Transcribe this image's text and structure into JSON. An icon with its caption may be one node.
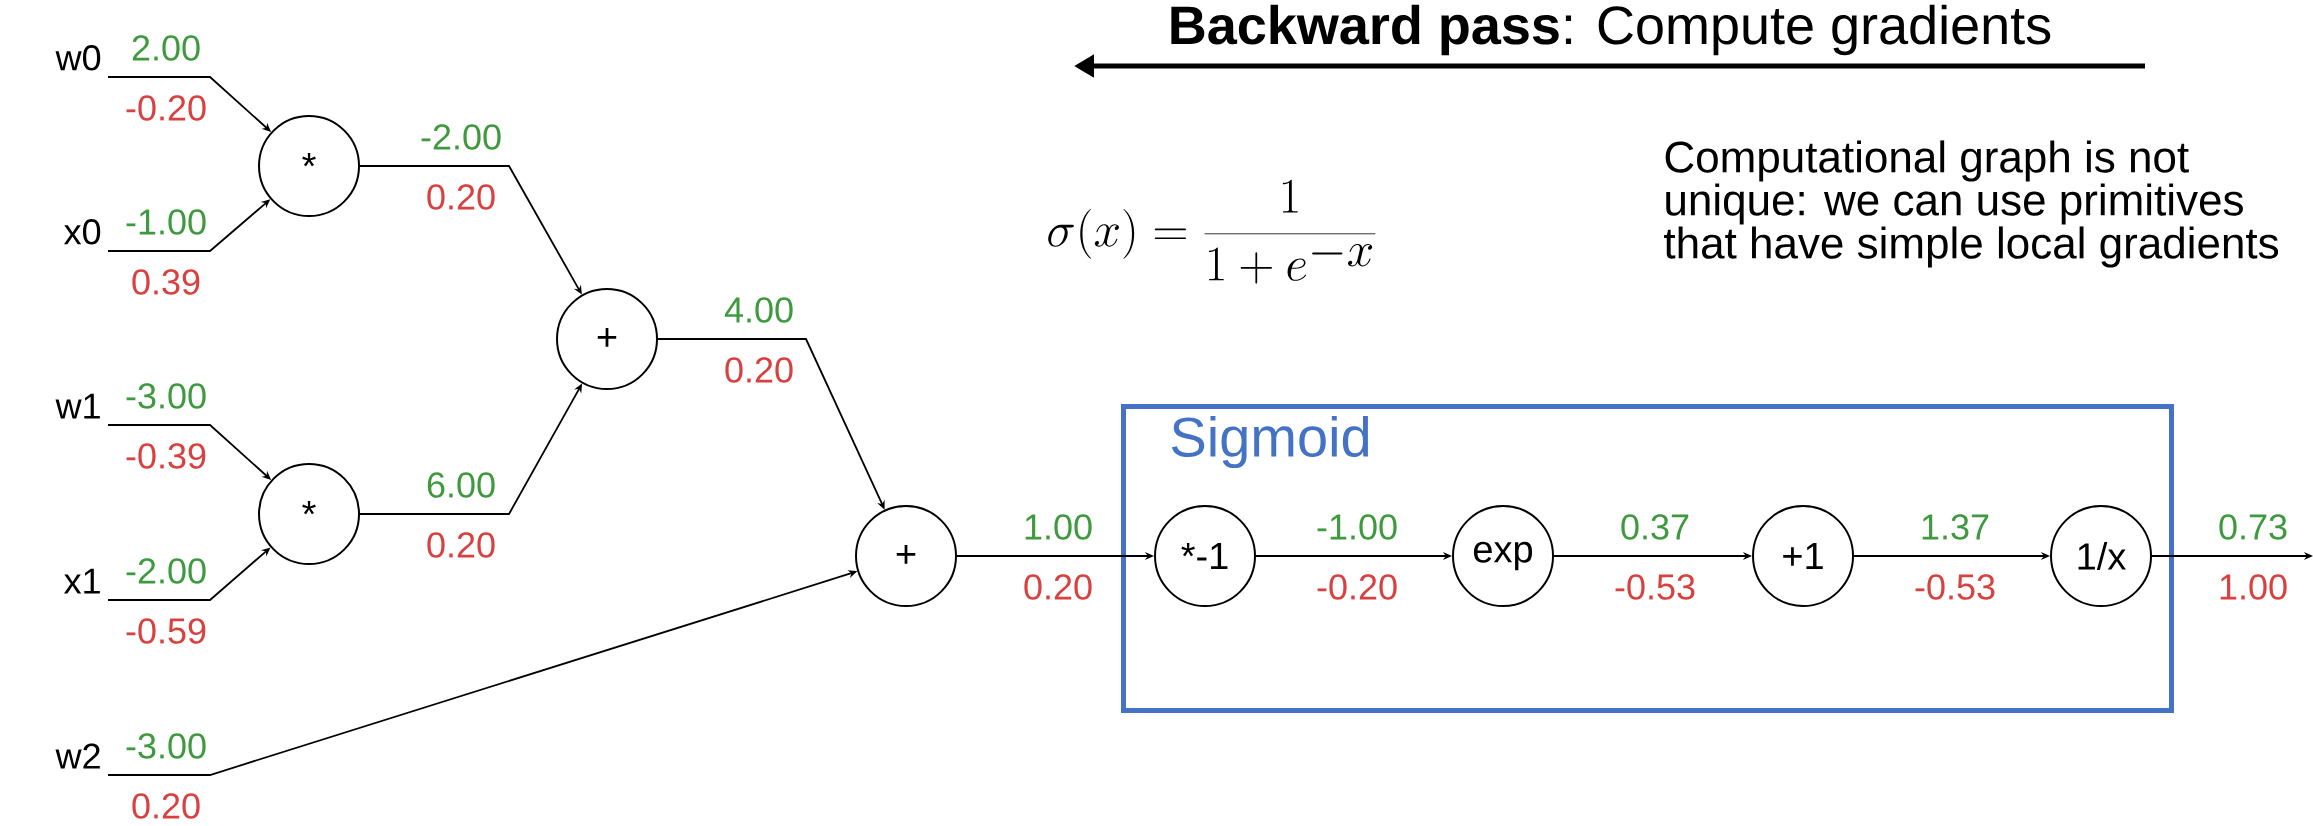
{
  "diagram": {
    "title": "**Backward pass**: Compute gradients",
    "nodes": [
      {
        "text": [
          "w0"
        ],
        "beside": [
          "2.00",
          "-0.20"
        ]
      },
      {
        "text": [
          "x0"
        ],
        "beside": [
          "-1.00",
          "0.39"
        ]
      },
      {
        "text": [
          "w1"
        ],
        "beside": [
          "-3.00",
          "-0.39"
        ]
      },
      {
        "text": [
          "x1"
        ],
        "beside": [
          "-2.00",
          "-0.59"
        ]
      },
      {
        "text": [
          "w2"
        ],
        "beside": [
          "-3.00",
          "0.20"
        ]
      },
      {
        "text": [
          "*"
        ],
        "beside": [
          "-2.00",
          "0.20"
        ]
      },
      {
        "text": [
          "*"
        ],
        "beside": [
          "6.00",
          "0.20"
        ]
      },
      {
        "text": [
          "+"
        ],
        "beside": [
          "4.00",
          "0.20"
        ]
      },
      {
        "text": [
          "+"
        ],
        "beside": [
          "1.00",
          "0.20"
        ]
      },
      {
        "text": [
          "Sigmoid"
        ]
      },
      {
        "text": [
          "*-1"
        ],
        "in": 9,
        "beside": [
          "-1.00",
          "-0.20"
        ]
      },
      {
        "text": [
          "exp"
        ],
        "in": 9,
        "beside": [
          "0.37",
          "-0.53"
        ]
      },
      {
        "text": [
          "+1"
        ],
        "in": 9,
        "beside": [
          "1.37",
          "-0.53"
        ]
      },
      {
        "text": [
          "1/x"
        ],
        "in": 9,
        "beside": [
          "0.73",
          "1.00"
        ]
      }
    ],
    "edges": [
      {
        "from": 0,
        "to": 5,
        "arrow": "to"
      },
      {
        "from": 1,
        "to": 5,
        "arrow": "to"
      },
      {
        "from": 2,
        "to": 6,
        "arrow": "to"
      },
      {
        "from": 3,
        "to": 6,
        "arrow": "to"
      },
      {
        "from": 5,
        "to": 7,
        "arrow": "to"
      },
      {
        "from": 6,
        "to": 7,
        "arrow": "to"
      },
      {
        "from": 7,
        "to": 8,
        "arrow": "to"
      },
      {
        "from": 4,
        "to": 8,
        "arrow": "to"
      },
      {
        "from": 8,
        "to": 10,
        "arrow": "to"
      },
      {
        "from": 10,
        "to": 11,
        "arrow": "to"
      },
      {
        "from": 11,
        "to": 12,
        "arrow": "to"
      },
      {
        "from": 12,
        "to": 13,
        "arrow": "to"
      },
      {
        "from": 13,
        "to": null,
        "arrow": "to"
      }
    ],
    "labels": [
      "\\sigma(x) = \\frac{1}{1+e^{-x}}",
      "Computational graph is not unique: we can use primitives that have simple local gradients"
    ]
  }
}
